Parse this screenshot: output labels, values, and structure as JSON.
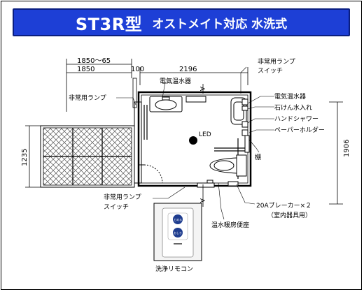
{
  "banner": {
    "model": "ST3R型",
    "subtitle": "オストメイト対応 水洗式",
    "background_color": "#1d3fd6",
    "text_color": "#ffffff"
  },
  "dimensions": {
    "top_range": "1850～65",
    "top_base": "1850",
    "top_gap": "100",
    "top_width": "2196",
    "left_height": "1235",
    "right_height": "1906"
  },
  "labels": {
    "emergency_lamp_switch_top": [
      "非常用ランプ",
      "スイッチ"
    ],
    "water_heater_top": "電気温水器",
    "emergency_lamp_left": "非常用ランプ",
    "water_heater_right": "電気温水器",
    "soap_dispenser": "石けん水入れ",
    "hand_shower": "ハンドシャワー",
    "paper_holder": "ペーパーホルダー",
    "led": "LED",
    "shelf": "棚",
    "emergency_lamp_switch_bottom": [
      "非常用ランプ",
      "スイッチ"
    ],
    "breaker": [
      "20Aブレーカー×２",
      "（室内器具用）"
    ],
    "heated_toilet_seat": "温水暖房便座",
    "remote_caption": "洗浄リモコン",
    "section_a": "A"
  },
  "remote": {
    "button_top": "とめる",
    "button_bottom": "おしり"
  }
}
